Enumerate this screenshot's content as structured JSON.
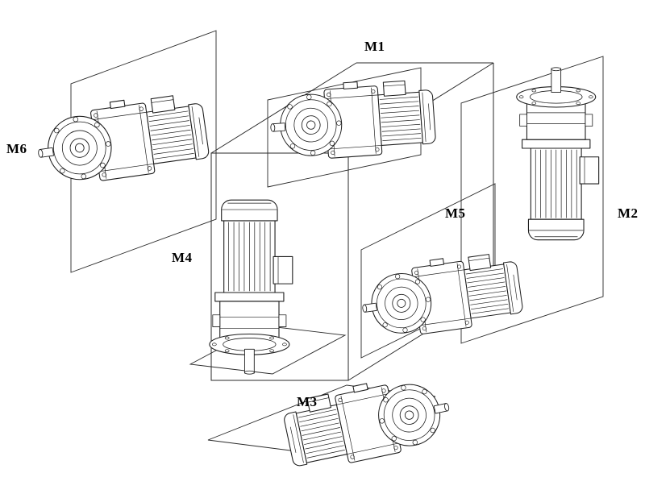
{
  "figure": {
    "background_color": "#ffffff",
    "line_color": "#1c1c1c",
    "labels": [
      {
        "text": "M1"
      },
      {
        "text": "M2"
      },
      {
        "text": "M3"
      },
      {
        "text": "M4"
      },
      {
        "text": "M5"
      },
      {
        "text": "M6"
      }
    ]
  }
}
